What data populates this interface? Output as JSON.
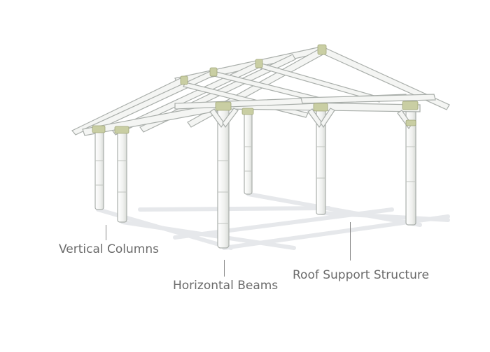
{
  "diagram": {
    "subject": "bamboo-pole-frame-structure",
    "colors": {
      "pole_fill": "#f3f4f2",
      "pole_stroke": "#a9aeaa",
      "binding": "#b7bd92",
      "shadow": "#e6e8ea",
      "leader": "#8a8a8a",
      "label_text": "#6b6b6b"
    }
  },
  "labels": {
    "vertical_columns": "Vertical Columns",
    "horizontal_beams": "Horizontal Beams",
    "roof_support": "Roof Support Structure"
  }
}
